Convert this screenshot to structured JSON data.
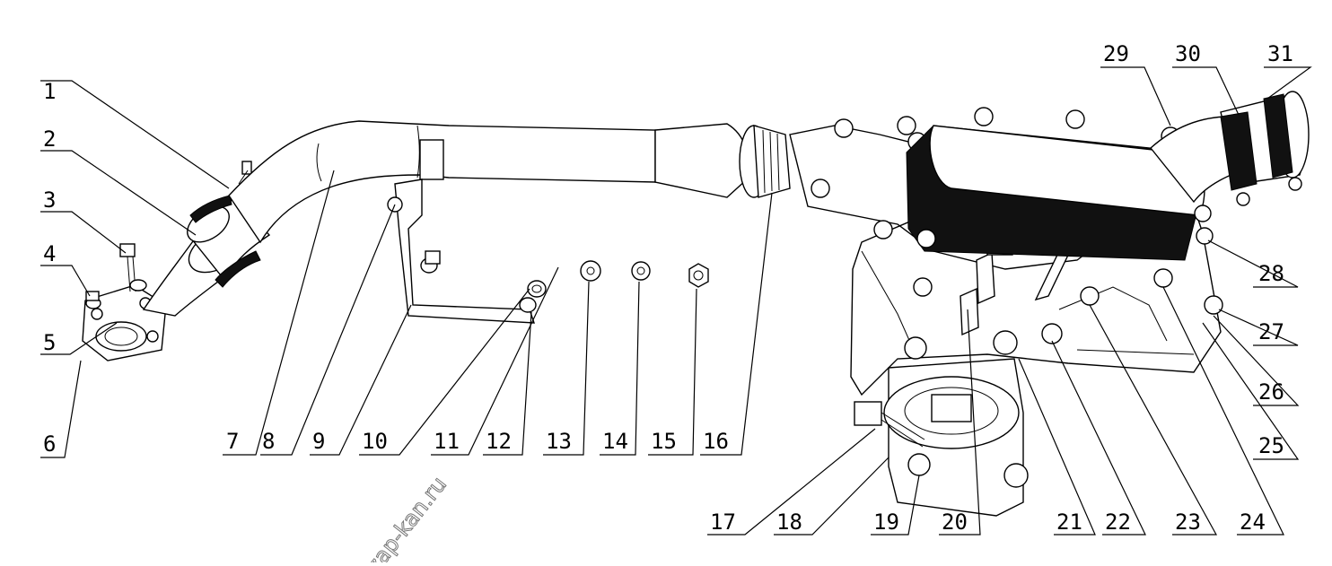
{
  "diagram": {
    "callouts": [
      {
        "id": "1",
        "label": "1"
      },
      {
        "id": "2",
        "label": "2"
      },
      {
        "id": "3",
        "label": "3"
      },
      {
        "id": "4",
        "label": "4"
      },
      {
        "id": "5",
        "label": "5"
      },
      {
        "id": "6",
        "label": "6"
      },
      {
        "id": "7",
        "label": "7"
      },
      {
        "id": "8",
        "label": "8"
      },
      {
        "id": "9",
        "label": "9"
      },
      {
        "id": "10",
        "label": "10"
      },
      {
        "id": "11",
        "label": "11"
      },
      {
        "id": "12",
        "label": "12"
      },
      {
        "id": "13",
        "label": "13"
      },
      {
        "id": "14",
        "label": "14"
      },
      {
        "id": "15",
        "label": "15"
      },
      {
        "id": "16",
        "label": "16"
      },
      {
        "id": "17",
        "label": "17"
      },
      {
        "id": "18",
        "label": "18"
      },
      {
        "id": "19",
        "label": "19"
      },
      {
        "id": "20",
        "label": "20"
      },
      {
        "id": "21",
        "label": "21"
      },
      {
        "id": "22",
        "label": "22"
      },
      {
        "id": "23",
        "label": "23"
      },
      {
        "id": "24",
        "label": "24"
      },
      {
        "id": "25",
        "label": "25"
      },
      {
        "id": "26",
        "label": "26"
      },
      {
        "id": "27",
        "label": "27"
      },
      {
        "id": "28",
        "label": "28"
      },
      {
        "id": "29",
        "label": "29"
      },
      {
        "id": "30",
        "label": "30"
      },
      {
        "id": "31",
        "label": "31"
      }
    ],
    "watermark": "zap-kan.ru"
  }
}
